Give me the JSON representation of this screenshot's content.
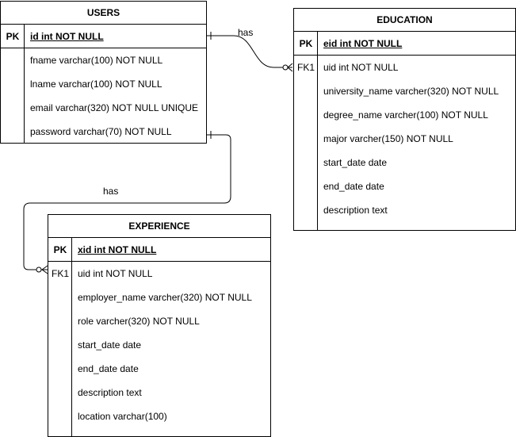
{
  "users": {
    "title": "USERS",
    "pk": {
      "key": "PK",
      "field": "id int NOT NULL"
    },
    "fields": [
      {
        "key": "",
        "field": "fname varchar(100) NOT NULL"
      },
      {
        "key": "",
        "field": "lname varchar(100) NOT NULL"
      },
      {
        "key": "",
        "field": "email varchar(320) NOT NULL UNIQUE"
      },
      {
        "key": "",
        "field": "password varchar(70) NOT NULL"
      }
    ]
  },
  "education": {
    "title": "EDUCATION",
    "pk": {
      "key": "PK",
      "field": "eid int NOT NULL"
    },
    "fields": [
      {
        "key": "FK1",
        "field": "uid int NOT NULL"
      },
      {
        "key": "",
        "field": "university_name varcher(320) NOT NULL"
      },
      {
        "key": "",
        "field": "degree_name varcher(100) NOT NULL"
      },
      {
        "key": "",
        "field": "major varcher(150) NOT NULL"
      },
      {
        "key": "",
        "field": "start_date date"
      },
      {
        "key": "",
        "field": "end_date date"
      },
      {
        "key": "",
        "field": "description text"
      }
    ]
  },
  "experience": {
    "title": "EXPERIENCE",
    "pk": {
      "key": "PK",
      "field": "xid int NOT NULL"
    },
    "fields": [
      {
        "key": "FK1",
        "field": "uid int NOT NULL"
      },
      {
        "key": "",
        "field": "employer_name varcher(320) NOT NULL"
      },
      {
        "key": "",
        "field": "role varcher(320) NOT NULL"
      },
      {
        "key": "",
        "field": "start_date date"
      },
      {
        "key": "",
        "field": "end_date date"
      },
      {
        "key": "",
        "field": "description text"
      },
      {
        "key": "",
        "field": "location varchar(100)"
      }
    ]
  },
  "relationships": {
    "users_education": "has",
    "users_experience": "has"
  }
}
